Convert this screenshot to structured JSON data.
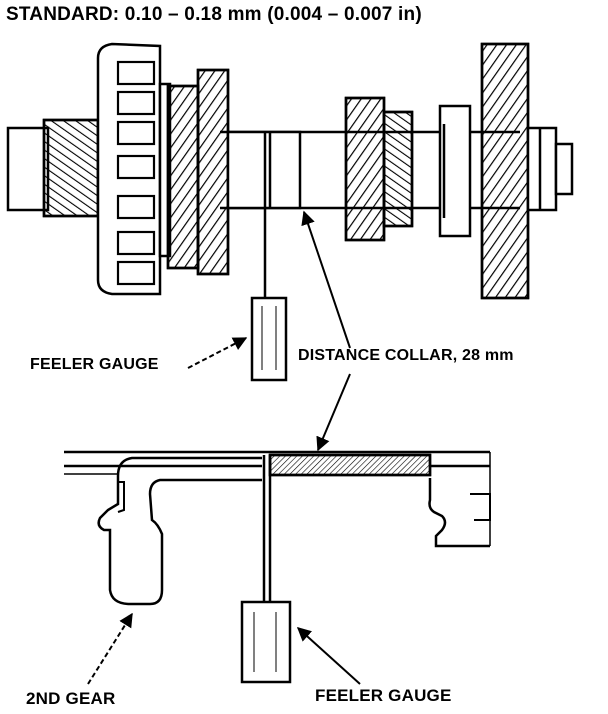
{
  "title": "STANDARD: 0.10 – 0.18 mm (0.004 – 0.007 in)",
  "labels": {
    "feeler_gauge_top": "FEELER GAUGE",
    "distance_collar": "DISTANCE COLLAR, 28 mm",
    "second_gear": "2ND GEAR",
    "feeler_gauge_bottom": "FEELER GAUGE"
  },
  "colors": {
    "ink": "#000000",
    "paper": "#ffffff"
  }
}
